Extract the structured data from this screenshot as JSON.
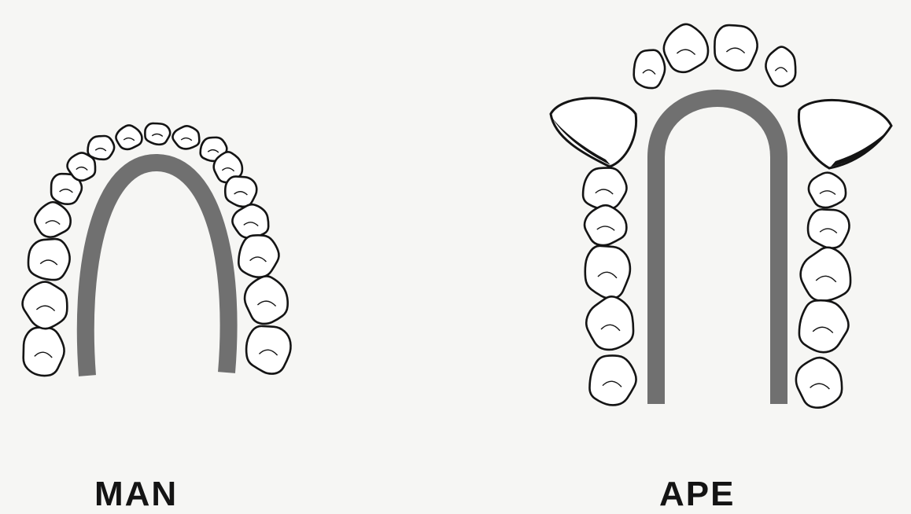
{
  "panels": [
    {
      "id": "man",
      "label": "MAN"
    },
    {
      "id": "ape",
      "label": "APE"
    }
  ],
  "colors": {
    "background": "#f6f6f4",
    "arch": "#707070",
    "outline": "#141414",
    "tooth_fill": "#ffffff"
  }
}
